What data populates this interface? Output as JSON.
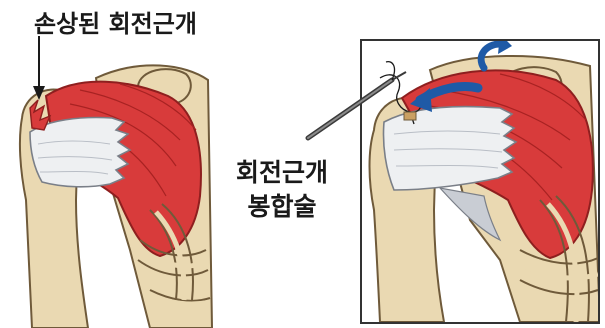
{
  "labels": {
    "torn_rotator_cuff": "손상된 회전근개",
    "repair_line1": "회전근개",
    "repair_line2": "봉합술"
  },
  "colors": {
    "bone": "#ead9b2",
    "bone_outline": "#6f5a3a",
    "muscle_red": "#d83b3b",
    "muscle_dark": "#b22b2b",
    "tendon_white": "#eef0f2",
    "tendon_shadow": "#c9cdd4",
    "arrow_blue": "#1f5aa6",
    "frame": "#333333",
    "text": "#1a1a1a"
  },
  "icons": [
    "pointer-arrow",
    "surgical-instrument",
    "suture-thread",
    "curved-blue-arrow"
  ]
}
